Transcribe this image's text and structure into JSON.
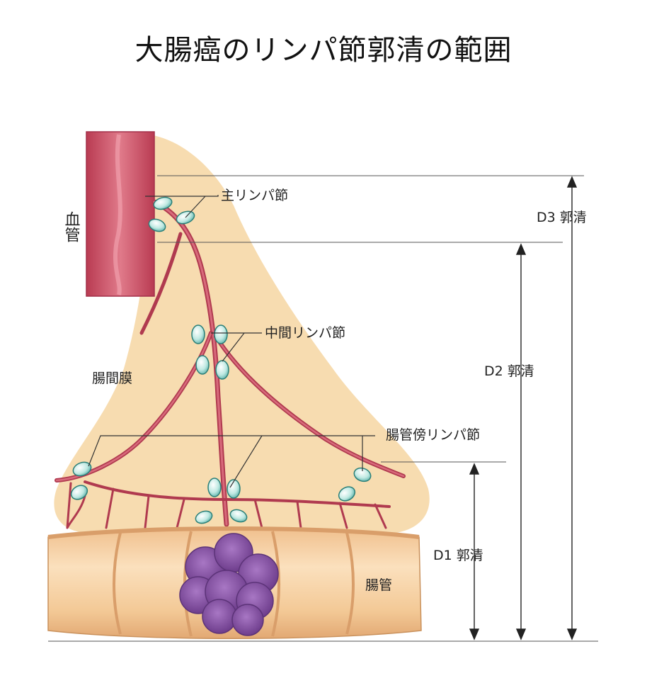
{
  "title": "大腸癌のリンパ節郭清の範囲",
  "labels": {
    "blood_vessel": "血管",
    "main_lymph_node": "主リンパ節",
    "intermediate_lymph_node": "中間リンパ節",
    "mesentery": "腸間膜",
    "paracolic_lymph_node": "腸管傍リンパ節",
    "intestine": "腸管",
    "d1": "D1 郭清",
    "d2": "D2 郭清",
    "d3": "D3 郭清"
  },
  "colors": {
    "mesentery": "#f7dcb0",
    "vessel": "#c64b5e",
    "vessel_dark": "#a83448",
    "lymph_node": "#bfe9e2",
    "lymph_node_edge": "#2a7f78",
    "intestine": "#f1c795",
    "intestine_edge": "#c9915c",
    "tumor": "#8a55a6",
    "tumor_edge": "#5c3378"
  }
}
